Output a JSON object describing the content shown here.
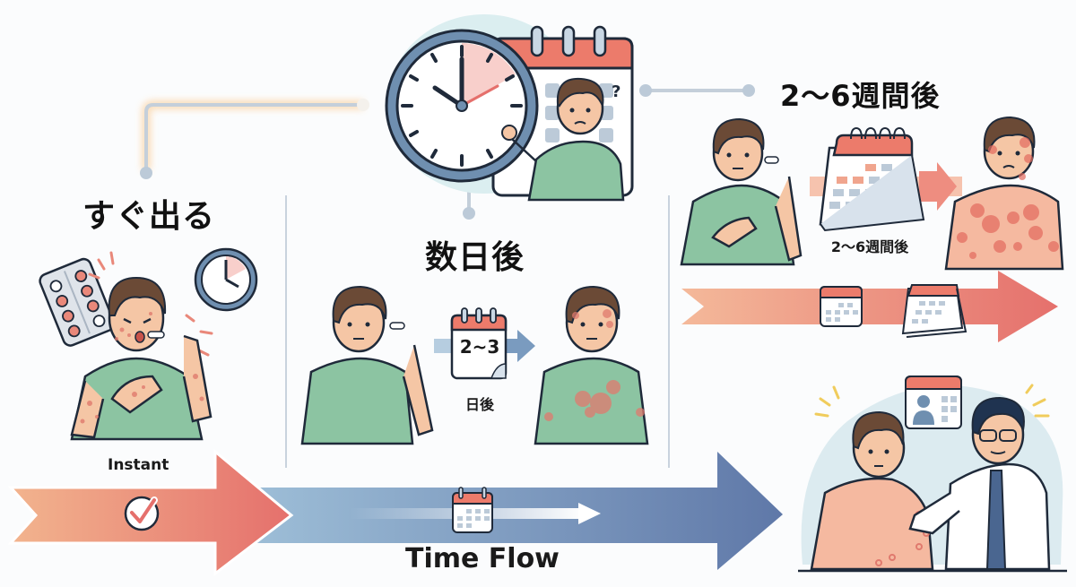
{
  "stages": [
    {
      "id": "immediate",
      "title": "すぐ出る",
      "arrow_label": "Instant"
    },
    {
      "id": "days",
      "title": "数日後",
      "calendar_value": "2~3",
      "calendar_caption": "日後"
    },
    {
      "id": "weeks",
      "title": "2～6週間後",
      "calendar_caption": "2～6週間後"
    }
  ],
  "timeline": {
    "label": "Time Flow"
  },
  "colors": {
    "warm_start": "#f2b48e",
    "warm_end": "#e5706c",
    "cool_start": "#a9cbe0",
    "cool_end": "#5f78a8",
    "shirt": "#8cc4a2",
    "skin": "#f5c6a5",
    "hair": "#6b4a36",
    "rash": "#e07a6e",
    "calendar_header": "#ec7b6b",
    "clock_rim": "#6f8fb0",
    "connector": "#c4cfda",
    "connector_glow": "#fbd9b0"
  },
  "icons": {
    "clock": "clock-icon",
    "calendar": "calendar-icon",
    "pill_pack": "pill-pack-icon",
    "checkmark": "check-circle-icon",
    "doctor": "doctor-icon"
  }
}
